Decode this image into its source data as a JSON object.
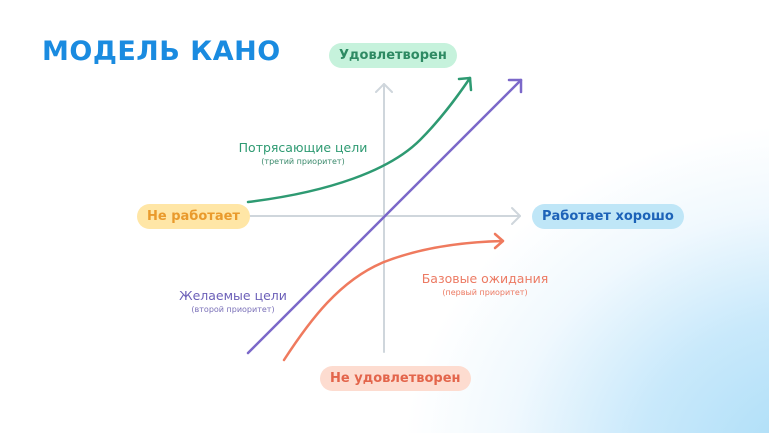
{
  "title": "МОДЕЛЬ КАНО",
  "axes": {
    "top": "Удовлетворен",
    "bottom": "Не удовлетворен",
    "left": "Не работает",
    "right": "Работает хорошо"
  },
  "curves": {
    "exciting": {
      "label": "Потрясающие цели",
      "sub": "(третий приоритет)",
      "color": "#2e9a72"
    },
    "performance": {
      "label": "Желаемые цели",
      "sub": "(второй приоритет)",
      "color": "#7b68c9"
    },
    "basic": {
      "label": "Базовые ожидания",
      "sub": "(первый приоритет)",
      "color": "#ef7a5e"
    }
  },
  "colors": {
    "title": "#1a8be0",
    "axis": "#cfd6dc",
    "top_pill_bg": "#c6f2dc",
    "left_pill_bg": "#ffe6a6",
    "right_pill_bg": "#bfe6f7",
    "bottom_pill_bg": "#fddcd0"
  }
}
